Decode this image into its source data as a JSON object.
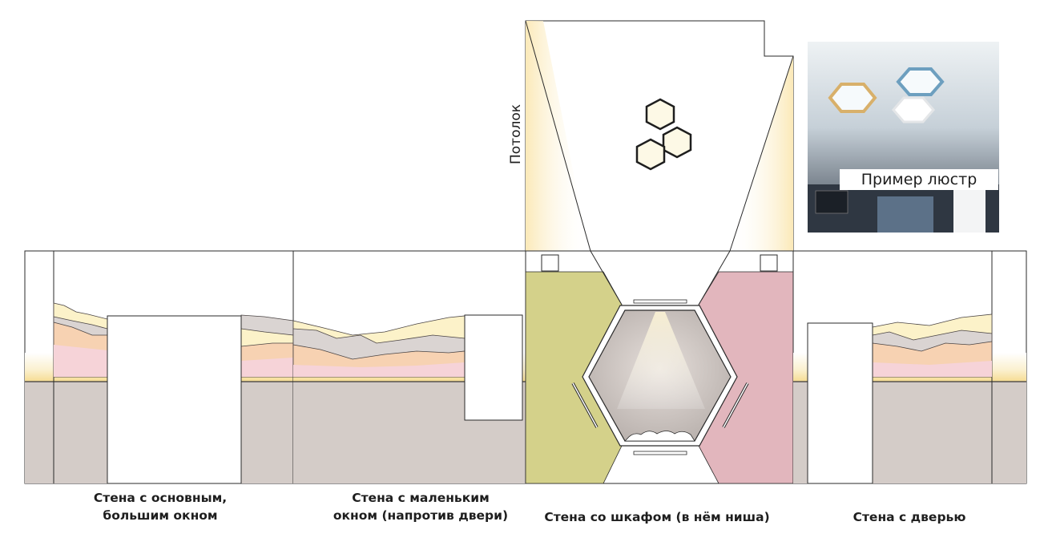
{
  "ceiling": {
    "label": "Потолок"
  },
  "reference_photo": {
    "label": "Пример люстр"
  },
  "walls": [
    {
      "caption": "Стена с основным,\nбольшим окном"
    },
    {
      "caption": "Стена с маленьким\nокном (напротив двери)"
    },
    {
      "caption": "Стена со шкафом (в нём ниша)"
    },
    {
      "caption": "Стена с дверью"
    }
  ],
  "colors": {
    "lower_wall": "#d4ccc8",
    "wardrobe_left": "#d4d18a",
    "wardrobe_right": "#e2b6bd",
    "niche": "#cfc8c4",
    "ceiling_glow": "#fbeec6",
    "hex_light": "#fdf9e6",
    "mountain_yellow": "#fcf2c9",
    "mountain_peach": "#f7d2b2",
    "mountain_grey": "#dad4d2",
    "mountain_pink": "#f6d3d8"
  }
}
